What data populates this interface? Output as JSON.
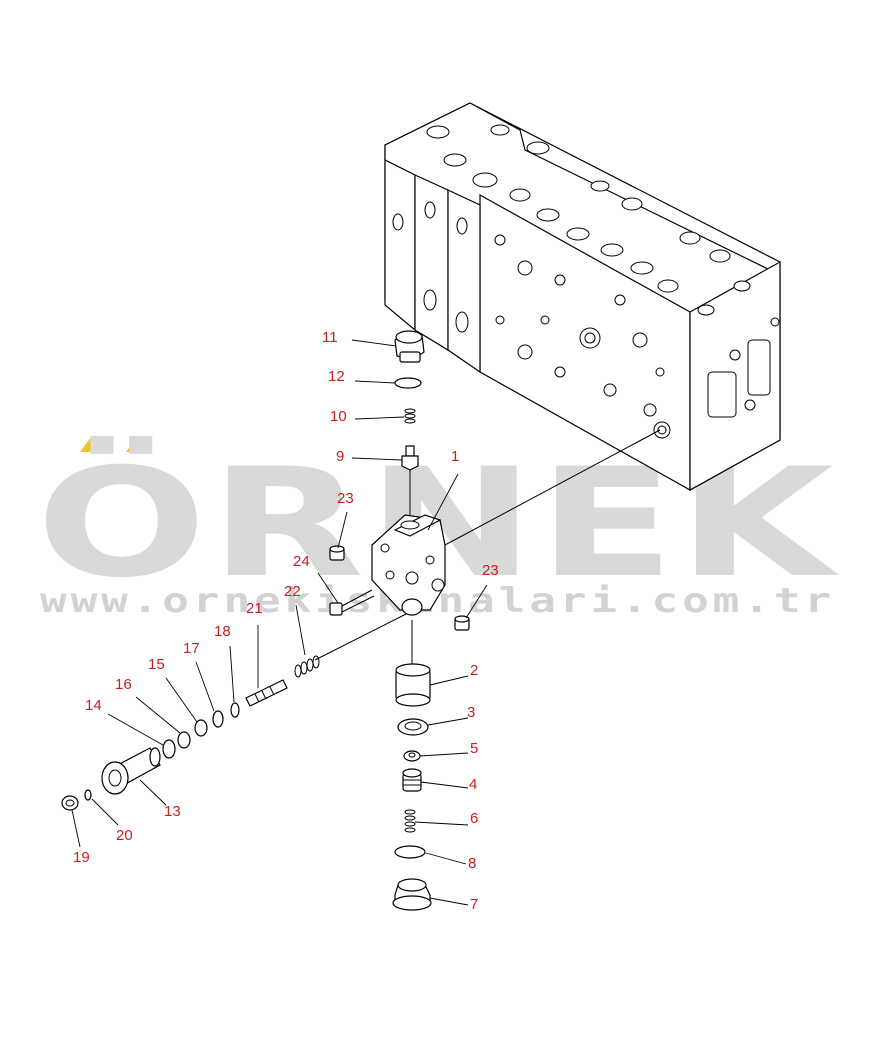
{
  "watermark": {
    "brand": "ÖRNEK",
    "url": "www.ornekiskinalari.com.tr",
    "accent_color": "#f2c21a",
    "text_color": "#d9d9d9"
  },
  "label_color": "#c81e1e",
  "callouts": [
    {
      "id": "c11",
      "text": "11"
    },
    {
      "id": "c12",
      "text": "12"
    },
    {
      "id": "c10",
      "text": "10"
    },
    {
      "id": "c9",
      "text": "9"
    },
    {
      "id": "c1",
      "text": "1"
    },
    {
      "id": "c23a",
      "text": "23"
    },
    {
      "id": "c24",
      "text": "24"
    },
    {
      "id": "c23b",
      "text": "23"
    },
    {
      "id": "c22",
      "text": "22"
    },
    {
      "id": "c21",
      "text": "21"
    },
    {
      "id": "c18",
      "text": "18"
    },
    {
      "id": "c17",
      "text": "17"
    },
    {
      "id": "c15",
      "text": "15"
    },
    {
      "id": "c16",
      "text": "16"
    },
    {
      "id": "c14",
      "text": "14"
    },
    {
      "id": "c2",
      "text": "2"
    },
    {
      "id": "c3",
      "text": "3"
    },
    {
      "id": "c5",
      "text": "5"
    },
    {
      "id": "c4",
      "text": "4"
    },
    {
      "id": "c13",
      "text": "13"
    },
    {
      "id": "c6",
      "text": "6"
    },
    {
      "id": "c20",
      "text": "20"
    },
    {
      "id": "c19",
      "text": "19"
    },
    {
      "id": "c8",
      "text": "8"
    },
    {
      "id": "c7",
      "text": "7"
    }
  ]
}
